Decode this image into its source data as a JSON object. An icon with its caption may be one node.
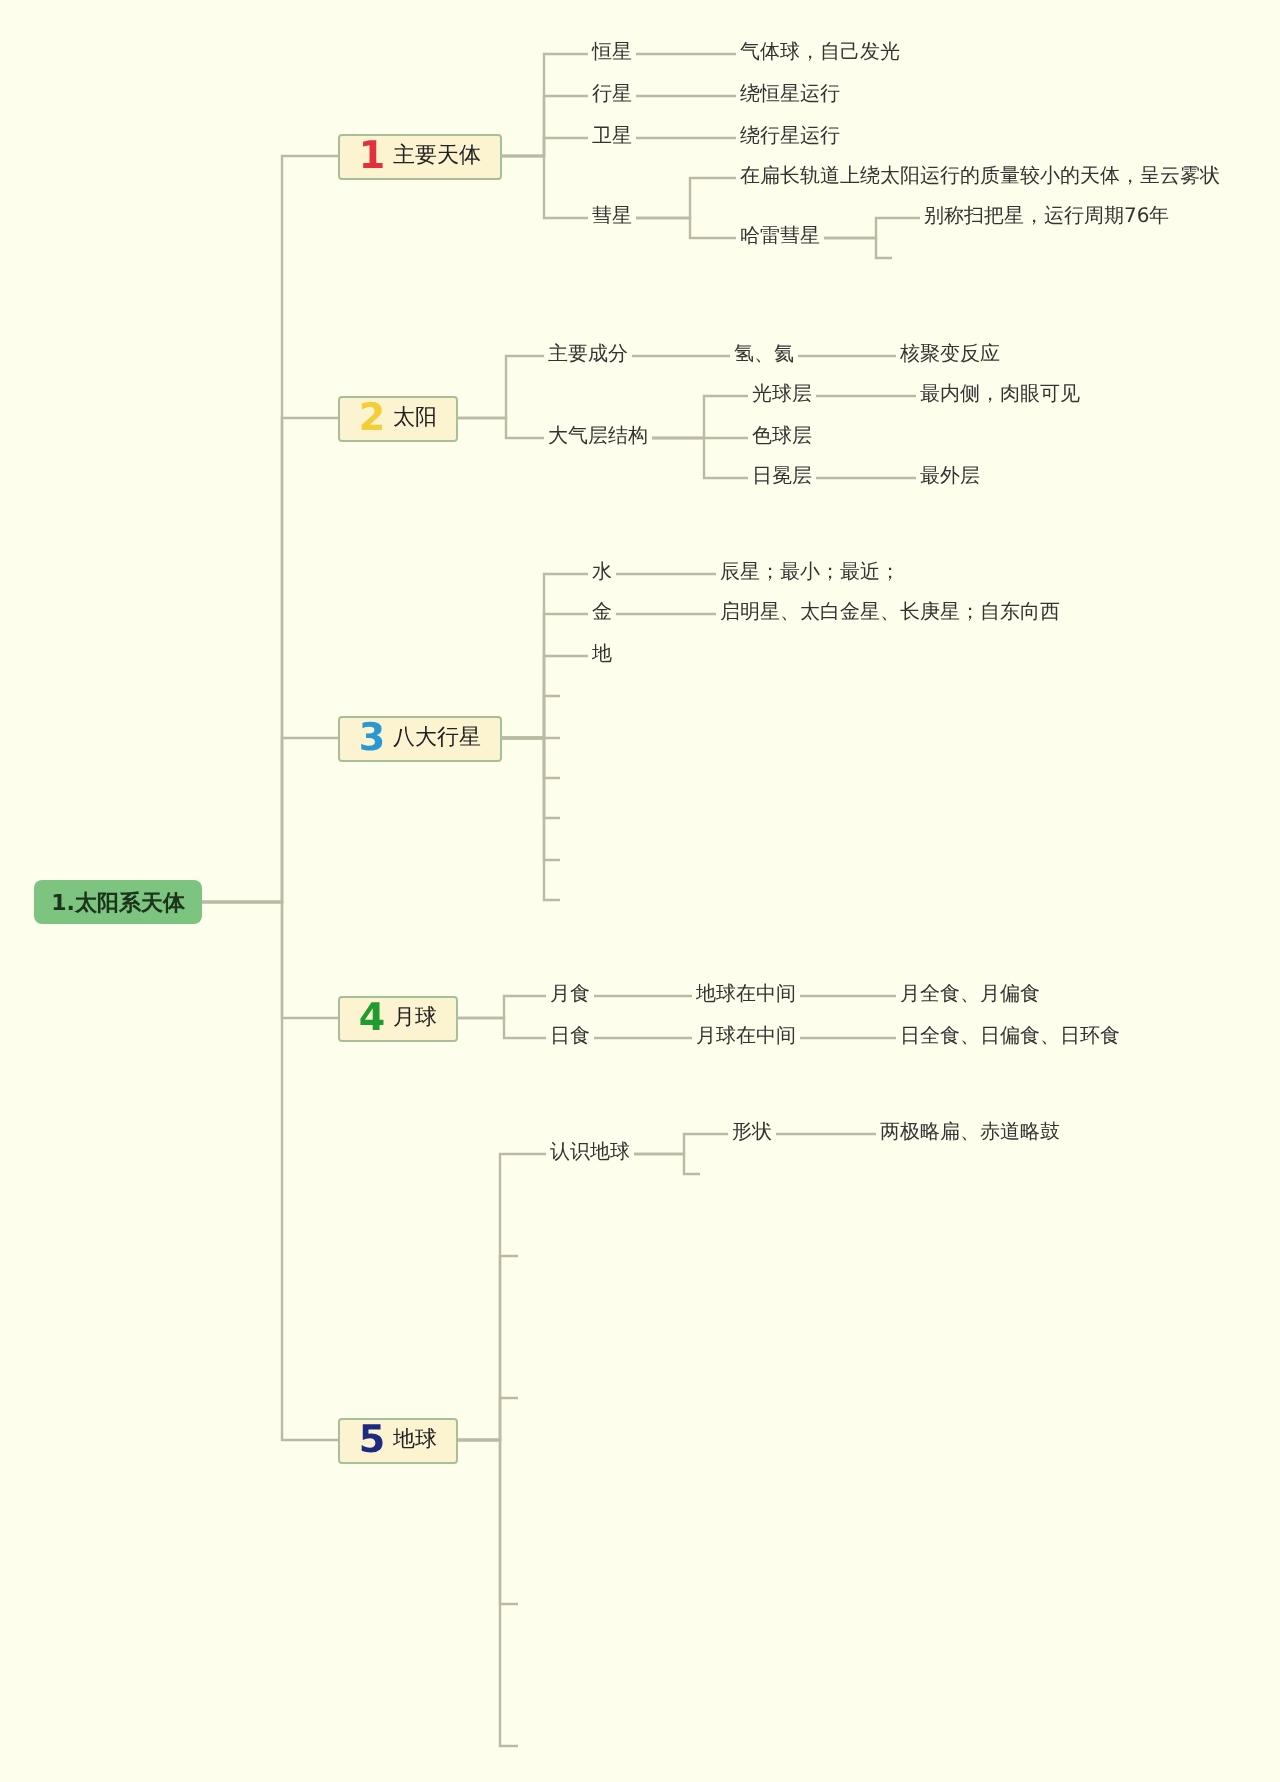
{
  "diagram": {
    "nodes": [
      {
        "text": [
          "1.太阳系天体"
        ]
      },
      {
        "text": [
          "1",
          "主要天体"
        ]
      },
      {
        "text": [
          "恒星"
        ]
      },
      {
        "text": [
          "气体球，自己发光"
        ]
      },
      {
        "text": [
          "行星"
        ]
      },
      {
        "text": [
          "绕恒星运行"
        ]
      },
      {
        "text": [
          "卫星"
        ]
      },
      {
        "text": [
          "绕行星运行"
        ]
      },
      {
        "text": [
          "彗星"
        ]
      },
      {
        "text": [
          "在扁长轨道上绕太阳运行的质量较小的天体，呈云雾状"
        ]
      },
      {
        "text": [
          "哈雷彗星"
        ]
      },
      {
        "text": [
          "别称扫把星，运行周期76年"
        ]
      },
      {
        "text": [
          "2",
          "太阳"
        ]
      },
      {
        "text": [
          "主要成分"
        ]
      },
      {
        "text": [
          "氢、氦"
        ]
      },
      {
        "text": [
          "核聚变反应"
        ]
      },
      {
        "text": [
          "大气层结构"
        ]
      },
      {
        "text": [
          "光球层"
        ]
      },
      {
        "text": [
          "最内侧，肉眼可见"
        ]
      },
      {
        "text": [
          "色球层"
        ]
      },
      {
        "text": [
          "日冕层"
        ]
      },
      {
        "text": [
          "最外层"
        ]
      },
      {
        "text": [
          "3",
          "八大行星"
        ]
      },
      {
        "text": [
          "水"
        ]
      },
      {
        "text": [
          "辰星；最小；最近；"
        ]
      },
      {
        "text": [
          "金"
        ]
      },
      {
        "text": [
          "启明星、太白金星、长庚星；自东向西"
        ]
      },
      {
        "text": [
          "地"
        ]
      },
      {
        "text": [
          "4",
          "月球"
        ]
      },
      {
        "text": [
          "月食"
        ]
      },
      {
        "text": [
          "地球在中间"
        ]
      },
      {
        "text": [
          "月全食、月偏食"
        ]
      },
      {
        "text": [
          "日食"
        ]
      },
      {
        "text": [
          "月球在中间"
        ]
      },
      {
        "text": [
          "日全食、日偏食、日环食"
        ]
      },
      {
        "text": [
          "5",
          "地球"
        ]
      },
      {
        "text": [
          "认识地球"
        ]
      },
      {
        "text": [
          "形状"
        ]
      },
      {
        "text": [
          "两极略扁、赤道略鼓"
        ]
      }
    ],
    "edges": [
      {
        "from": 0,
        "to": 1,
        "arrow": "none"
      },
      {
        "from": 0,
        "to": 12,
        "arrow": "none"
      },
      {
        "from": 0,
        "to": 22,
        "arrow": "none"
      },
      {
        "from": 0,
        "to": 28,
        "arrow": "none"
      },
      {
        "from": 0,
        "to": 35,
        "arrow": "none"
      },
      {
        "from": 1,
        "to": 2,
        "arrow": "none"
      },
      {
        "from": 1,
        "to": 4,
        "arrow": "none"
      },
      {
        "from": 1,
        "to": 6,
        "arrow": "none"
      },
      {
        "from": 1,
        "to": 8,
        "arrow": "none"
      },
      {
        "from": 2,
        "to": 3,
        "arrow": "none"
      },
      {
        "from": 4,
        "to": 5,
        "arrow": "none"
      },
      {
        "from": 6,
        "to": 7,
        "arrow": "none"
      },
      {
        "from": 8,
        "to": 9,
        "arrow": "none"
      },
      {
        "from": 8,
        "to": 10,
        "arrow": "none"
      },
      {
        "from": 10,
        "to": 11,
        "arrow": "none"
      },
      {
        "from": 10,
        "to": null,
        "arrow": "none"
      },
      {
        "from": 12,
        "to": 13,
        "arrow": "none"
      },
      {
        "from": 12,
        "to": 16,
        "arrow": "none"
      },
      {
        "from": 13,
        "to": 14,
        "arrow": "none"
      },
      {
        "from": 14,
        "to": 15,
        "arrow": "none"
      },
      {
        "from": 16,
        "to": 17,
        "arrow": "none"
      },
      {
        "from": 16,
        "to": 19,
        "arrow": "none"
      },
      {
        "from": 16,
        "to": 20,
        "arrow": "none"
      },
      {
        "from": 17,
        "to": 18,
        "arrow": "none"
      },
      {
        "from": 20,
        "to": 21,
        "arrow": "none"
      },
      {
        "from": 22,
        "to": 23,
        "arrow": "none"
      },
      {
        "from": 22,
        "to": 25,
        "arrow": "none"
      },
      {
        "from": 22,
        "to": 27,
        "arrow": "none"
      },
      {
        "from": 22,
        "to": null,
        "arrow": "none"
      },
      {
        "from": 22,
        "to": null,
        "arrow": "none"
      },
      {
        "from": 22,
        "to": null,
        "arrow": "none"
      },
      {
        "from": 22,
        "to": null,
        "arrow": "none"
      },
      {
        "from": 22,
        "to": null,
        "arrow": "none"
      },
      {
        "from": 22,
        "to": null,
        "arrow": "none"
      },
      {
        "from": 23,
        "to": 24,
        "arrow": "none"
      },
      {
        "from": 25,
        "to": 26,
        "arrow": "none"
      },
      {
        "from": 28,
        "to": 29,
        "arrow": "none"
      },
      {
        "from": 28,
        "to": 32,
        "arrow": "none"
      },
      {
        "from": 29,
        "to": 30,
        "arrow": "none"
      },
      {
        "from": 30,
        "to": 31,
        "arrow": "none"
      },
      {
        "from": 32,
        "to": 33,
        "arrow": "none"
      },
      {
        "from": 33,
        "to": 34,
        "arrow": "none"
      },
      {
        "from": 35,
        "to": 36,
        "arrow": "none"
      },
      {
        "from": 35,
        "to": null,
        "arrow": "none"
      },
      {
        "from": 35,
        "to": null,
        "arrow": "none"
      },
      {
        "from": 35,
        "to": null,
        "arrow": "none"
      },
      {
        "from": 35,
        "to": null,
        "arrow": "none"
      },
      {
        "from": 36,
        "to": 37,
        "arrow": "none"
      },
      {
        "from": 36,
        "to": null,
        "arrow": "none"
      },
      {
        "from": 37,
        "to": 38,
        "arrow": "none"
      }
    ]
  }
}
